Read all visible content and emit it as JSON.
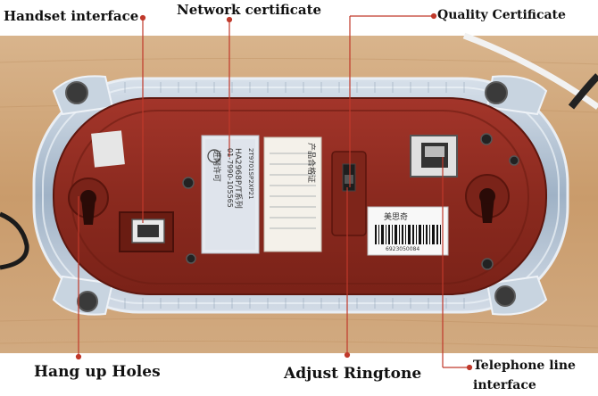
{
  "callouts": {
    "handset_interface": "Handset interface",
    "network_certificate": "Network certificate",
    "quality_certificate": "Quality Certificate",
    "hang_up_holes": "Hang up Holes",
    "adjust_ringtone": "Adjust Ringtone",
    "telephone_line_1": "Telephone line",
    "telephone_line_2": "interface"
  },
  "network_label": {
    "line1": "进网许可",
    "line2": "01-7990-105565",
    "line3": "HA2968P/T系列",
    "line4": "2T9701SP2XP21"
  },
  "quality_label": {
    "title": "产品合格证"
  },
  "barcode_label": {
    "brand": "美思奇",
    "number": "6923050084"
  },
  "colors": {
    "housing": "#8f2a1e",
    "housing_dark": "#6e1c12",
    "rim": "#b9c6d3",
    "leader_line": "#c0392b"
  }
}
